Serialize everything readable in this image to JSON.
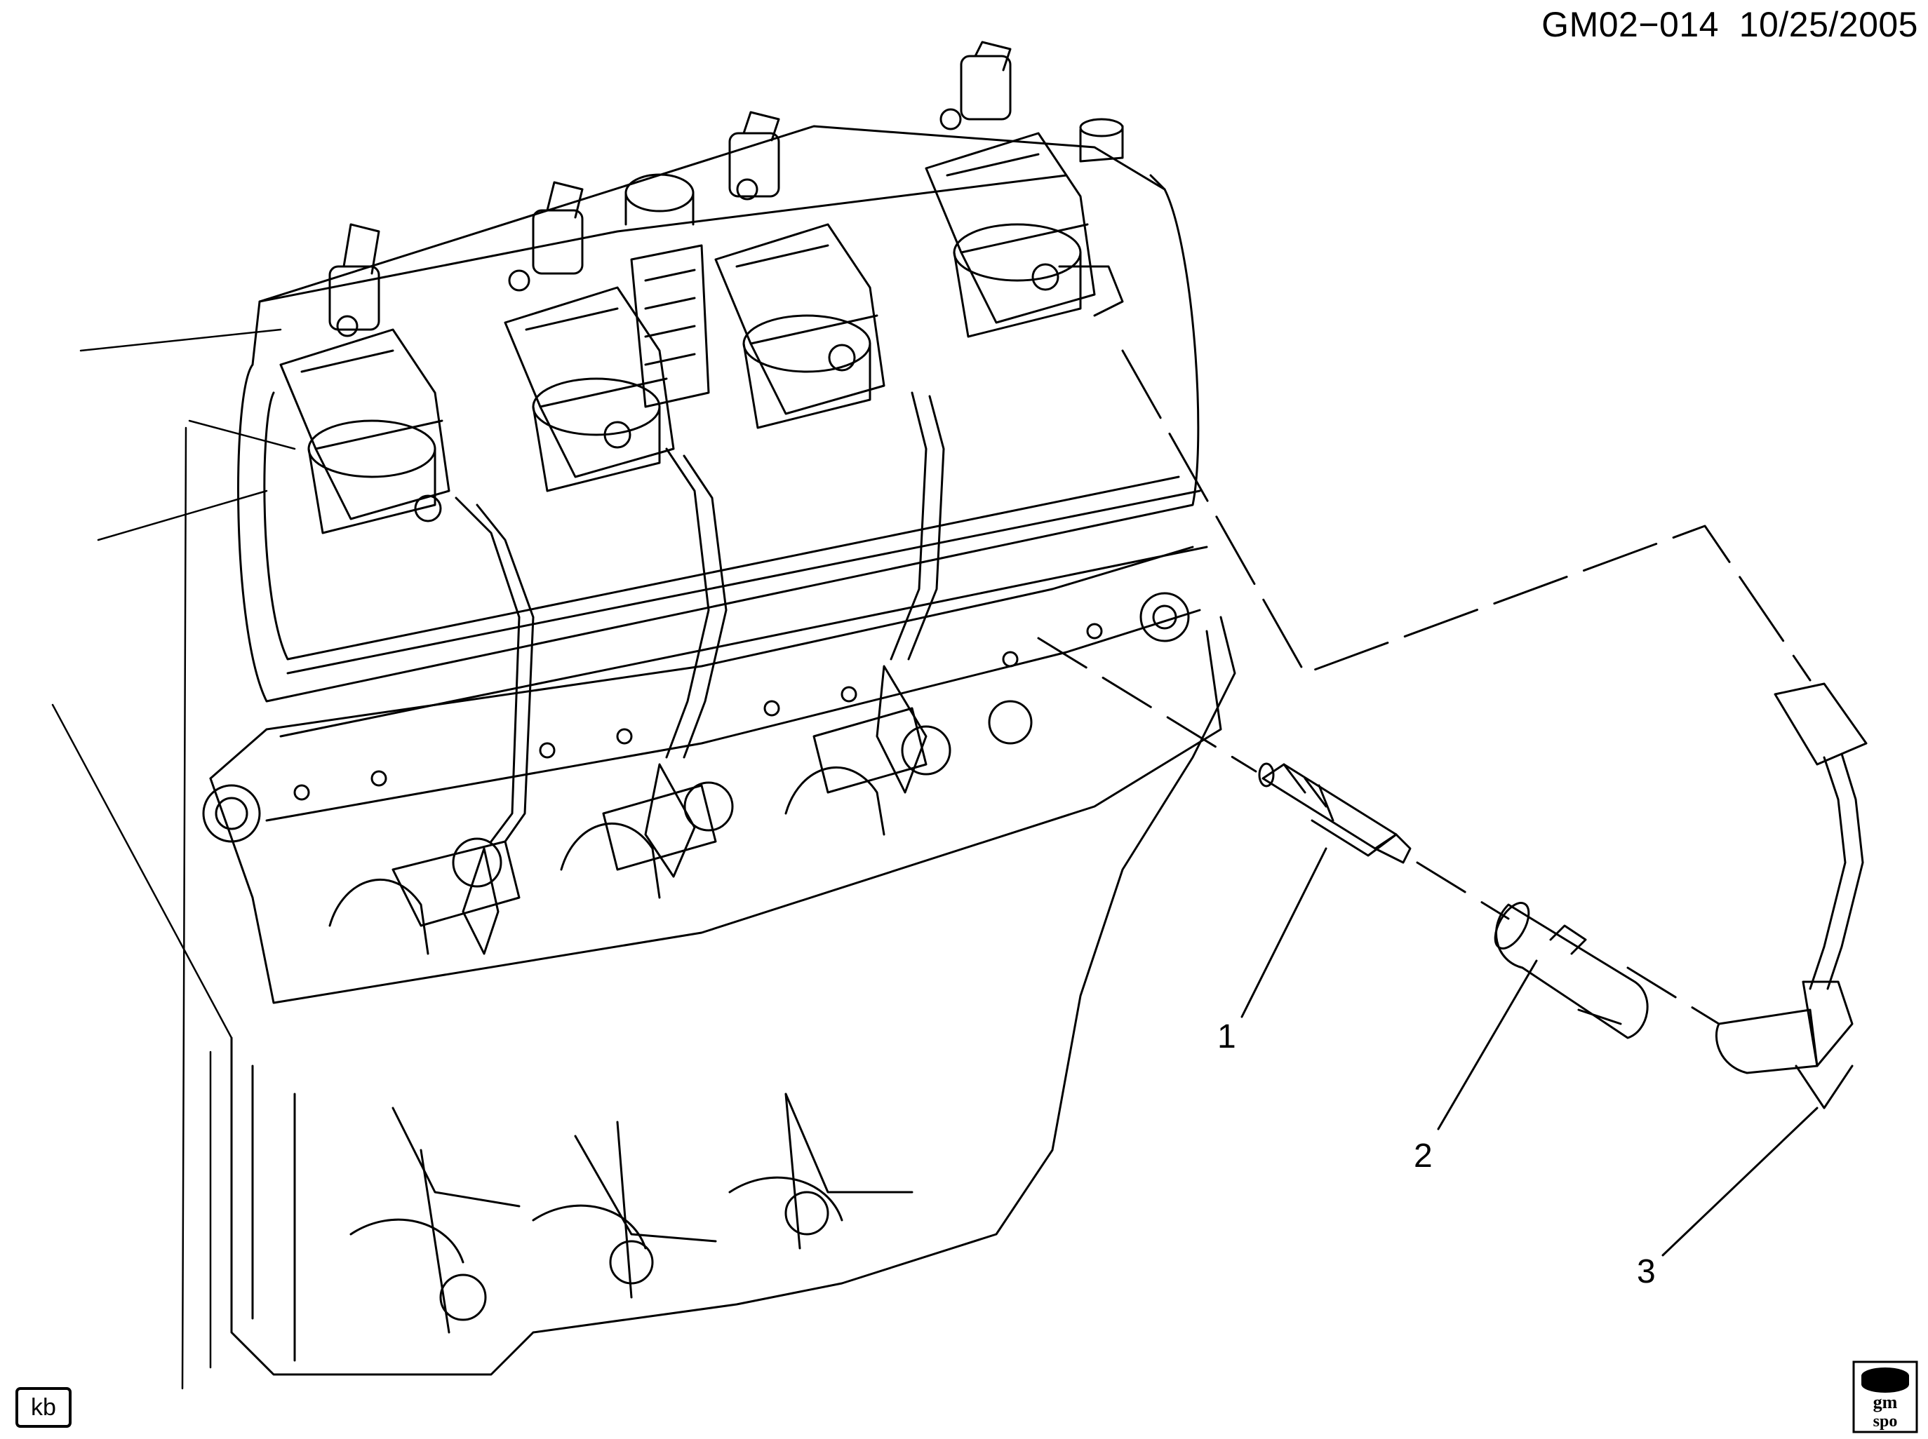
{
  "header": {
    "code": "GM02−014",
    "date": "10/25/2005"
  },
  "callouts": [
    "1",
    "2",
    "3"
  ],
  "footer": {
    "initials": "kb",
    "logo_text": [
      "gm",
      "spo"
    ]
  },
  "colors": {
    "ink": "#000000",
    "paper": "#ffffff"
  }
}
